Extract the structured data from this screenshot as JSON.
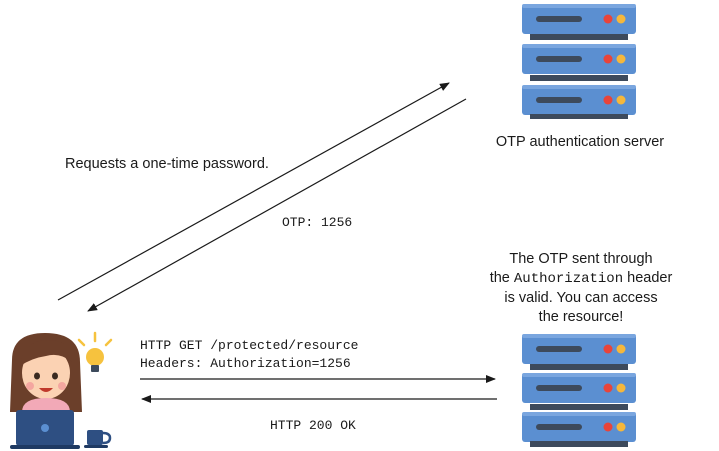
{
  "labels": {
    "request_otp": "Requests a one-time password.",
    "otp_response": "OTP: 1256",
    "server_top": "OTP authentication server",
    "auth_msg_line1": "The OTP sent through",
    "auth_msg_line2_pre": "the ",
    "auth_msg_line2_code": "Authorization",
    "auth_msg_line2_post": " header",
    "auth_msg_line3": "is valid. You can access",
    "auth_msg_line4": "the resource!",
    "http_request_line1": "HTTP GET /protected/resource",
    "http_request_line2": "Headers: Authorization=1256",
    "http_response": "HTTP 200 OK"
  },
  "colors": {
    "server_blue": "#5b8fd1",
    "server_dark": "#3d4a5c",
    "led_red": "#e8443a",
    "led_yellow": "#f5b73b",
    "laptop_blue": "#2e4f82",
    "bulb_yellow": "#f6c23e"
  },
  "icons": {
    "top_server": "server-stack-icon",
    "bottom_server": "server-stack-icon",
    "user": "user-at-laptop-icon",
    "idea": "lightbulb-icon",
    "mug": "coffee-mug-icon"
  }
}
